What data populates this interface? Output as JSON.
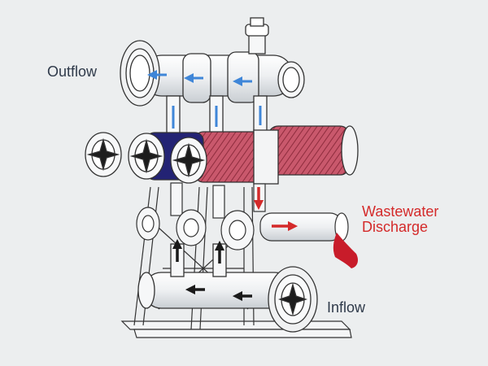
{
  "labels": {
    "outflow": "Outflow",
    "wastewater_line1": "Wastewater",
    "wastewater_line2": "Discharge",
    "inflow": "Inflow"
  },
  "colors": {
    "background": "#eceeef",
    "outflow_arrow": "#3f86d8",
    "waste_arrow": "#d42a2a",
    "inflow_arrow": "#1a1a1a",
    "filter_clean": "#1f1f6e",
    "filter_dirty": "#b8465a",
    "label_text": "#2f3a4a",
    "waste_text": "#d42a2a"
  },
  "icons": {
    "outflow_arrows": "arrow-left-icon",
    "down_arrows": "arrow-down-icon",
    "waste_arrows": "arrow-right-icon",
    "inflow_arrows": "arrow-left-icon",
    "up_arrows": "arrow-up-icon"
  }
}
